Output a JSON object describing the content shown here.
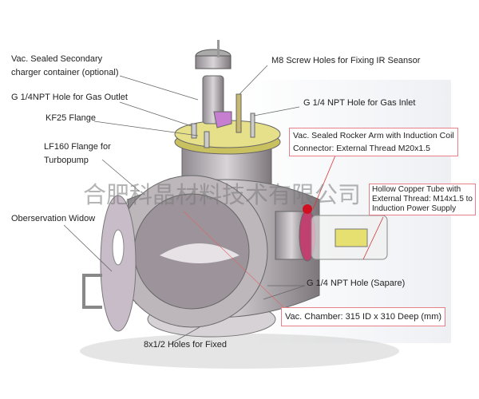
{
  "labels": {
    "secondary_container_1": "Vac. Sealed Secondary",
    "secondary_container_2": "charger container (optional)",
    "m8_screw_holes": "M8 Screw Holes for Fixing IR Seansor",
    "gas_outlet": "G 1/4NPT Hole for Gas Outlet",
    "gas_inlet": "G 1/4 NPT Hole for Gas Inlet",
    "kf25": "KF25 Flange",
    "lf160_1": "LF160 Flange for",
    "lf160_2": "Turbopump",
    "rocker_arm_1": "Vac. Sealed Rocker Arm with Induction Coil",
    "rocker_arm_2": "Connector: External Thread M20x1.5",
    "observation_window": "Oberservation Widow",
    "copper_tube_1": "Hollow Copper Tube with",
    "copper_tube_2": "External Thread: M14x1.5 to",
    "copper_tube_3": "Induction Power Supply",
    "spare_hole": "G 1/4 NPT Hole (Sapare)",
    "chamber_size": "Vac. Chamber: 315 ID x 310 Deep  (mm)",
    "fixing_holes": "8x1/2 Holes for Fixed"
  },
  "watermark": "合肥科晶材料技术有限公司",
  "colors": {
    "callout_border": "#e8808a",
    "lid": "#e6e08a",
    "steel": "#a9a3a8",
    "accent_red": "#d01020"
  }
}
